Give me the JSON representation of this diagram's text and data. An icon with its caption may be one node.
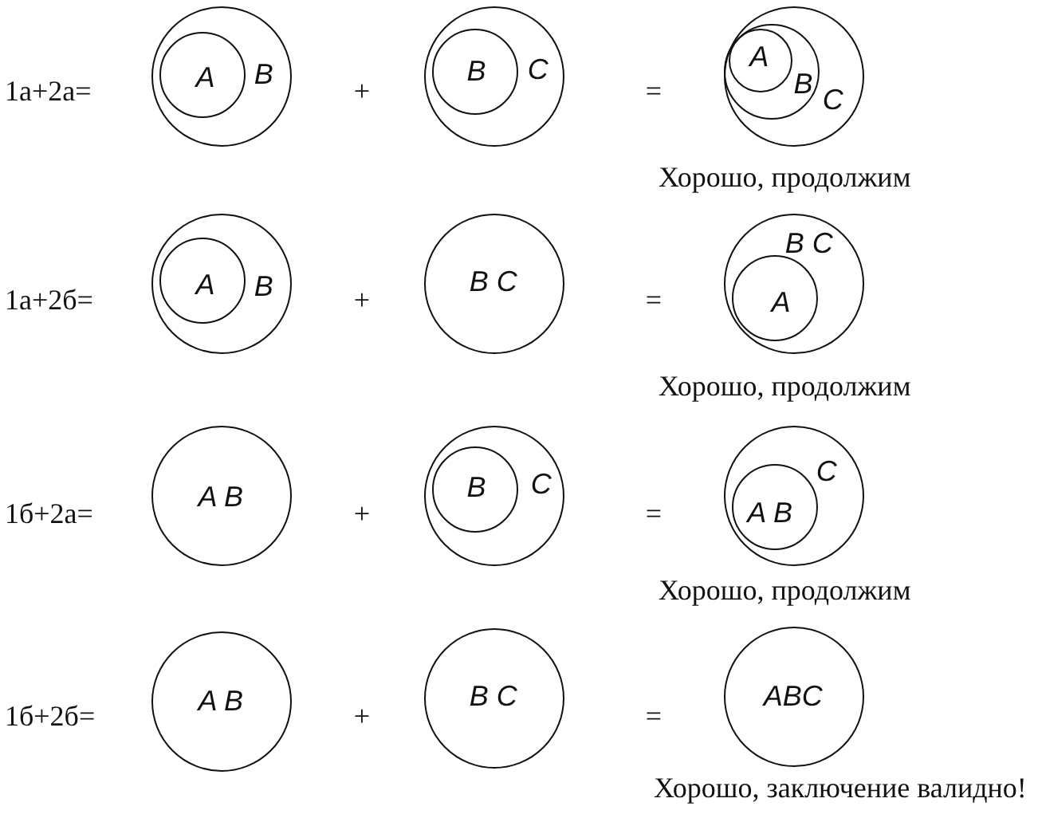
{
  "diagram": {
    "nodes": [
      {
        "text": [
          "B"
        ]
      },
      {
        "text": [
          "A"
        ],
        "in": 0
      },
      {
        "text": [
          "C"
        ]
      },
      {
        "text": [
          "B"
        ],
        "in": 2
      },
      {
        "text": [
          "C"
        ],
        "beside": [
          "Хорошо, продолжим"
        ]
      },
      {
        "text": [
          "B"
        ],
        "in": 4
      },
      {
        "text": [
          "A"
        ],
        "in": 5
      },
      {
        "text": [
          "B"
        ]
      },
      {
        "text": [
          "A"
        ],
        "in": 7
      },
      {
        "text": [
          "B C"
        ]
      },
      {
        "text": [
          "B C"
        ],
        "beside": [
          "Хорошо, продолжим"
        ]
      },
      {
        "text": [
          "A"
        ],
        "in": 10
      },
      {
        "text": [
          "A B"
        ]
      },
      {
        "text": [
          "C"
        ]
      },
      {
        "text": [
          "B"
        ],
        "in": 13
      },
      {
        "text": [
          "C"
        ],
        "beside": [
          "Хорошо, продолжим"
        ]
      },
      {
        "text": [
          "A B"
        ],
        "in": 15
      },
      {
        "text": [
          "A B"
        ]
      },
      {
        "text": [
          "B C"
        ]
      },
      {
        "text": [
          "ABC"
        ],
        "beside": [
          "Хорошо, заключение валидно!"
        ]
      }
    ],
    "labels": [
      "1а+2а=",
      "+",
      "=",
      "1а+2б=",
      "+",
      "=",
      "1б+2а=",
      "+",
      "=",
      "1б+2б=",
      "+",
      "="
    ]
  }
}
